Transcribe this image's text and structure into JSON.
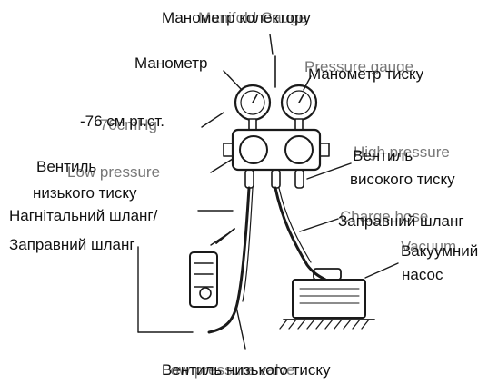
{
  "labels": {
    "manifold": {
      "uk": "Манометр колектору",
      "en": "Manifold Gauge"
    },
    "gauge_low": "Манометр",
    "gauge_high": {
      "uk": "Манометр тиску",
      "en": "Pressure gauge"
    },
    "vacuum_reading": {
      "uk": "-76 см рт.ст.",
      "en": "-76cmHg"
    },
    "valve_low": {
      "uk1": "Вентиль",
      "en": "Low pressure",
      "uk2": "низького тиску"
    },
    "valve_high": {
      "uk1": "Вентиль",
      "en": "High pressure",
      "uk2": "високого тиску"
    },
    "charge_hose_low": {
      "line1": "Нагнітальний шланг/",
      "line2": "Заправний шланг"
    },
    "charge_hose_high": {
      "uk": "Заправний шланг",
      "en": "Charge hose"
    },
    "vacuum_pump": {
      "uk1": "Вакуумний",
      "en": "Vacuum",
      "uk2": "насос"
    },
    "service_valve": {
      "uk": "Вентиль низького тиску",
      "en": "Low pressure valve"
    }
  },
  "colors": {
    "ink": "#1a1a1a",
    "background": "#ffffff"
  }
}
